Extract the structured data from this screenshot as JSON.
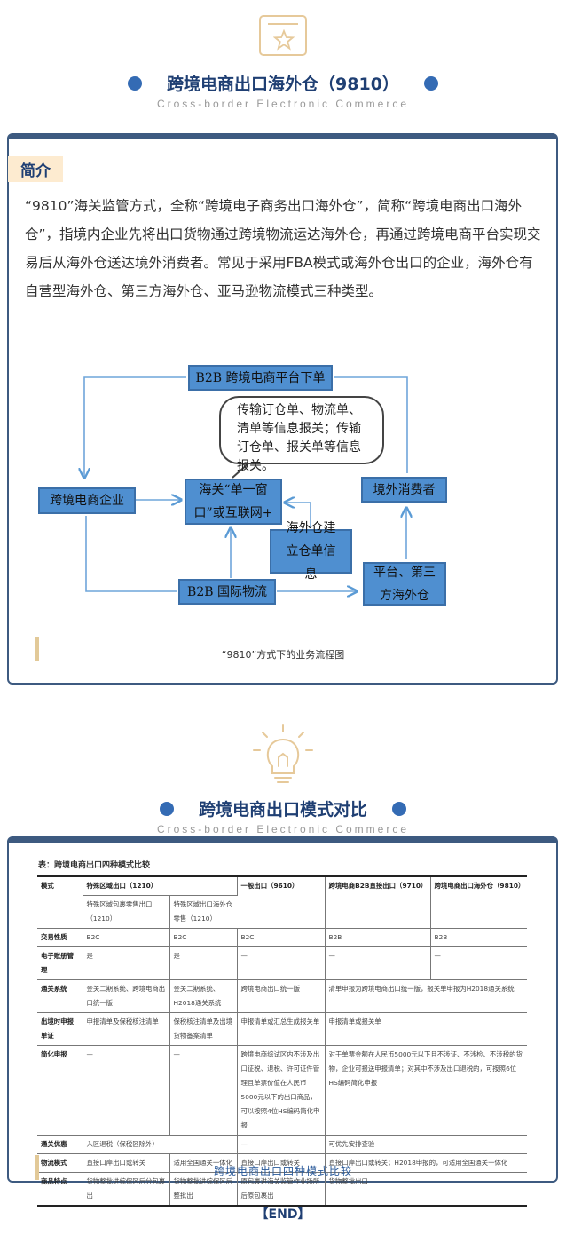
{
  "section1": {
    "title": "跨境电商出口海外仓（9810）",
    "subtitle": "Cross-border Electronic Commerce",
    "tag": "简介",
    "paragraph": "“9810”海关监管方式，全称“跨境电子商务出口海外仓”，简称“跨境电商出口海外仓”，指境内企业先将出口货物通过跨境物流运达海外仓，再通过跨境电商平台实现交易后从海外仓送达境外消费者。常见于采用FBA模式或海外仓出口的企业，海外仓有自营型海外仓、第三方海外仓、亚马逊物流模式三种类型。",
    "flow": {
      "platform": "B2B 跨境电商平台下单",
      "bubble": "传输订仓单、物流单、清单等信息报关；传输订仓单、报关单等信息报关。",
      "enterprise": "跨境电商企业",
      "customs": "海关“单一窗口”或互联网+",
      "consumer": "境外消费者",
      "warehouse_info": "海外仓建立仓单信息",
      "third_party": "平台、第三方海外仓",
      "logistics": "B2B 国际物流"
    },
    "caption": "“9810”方式下的业务流程图"
  },
  "section2": {
    "title": "跨境电商出口模式对比",
    "subtitle": "Cross-border Electronic Commerce",
    "table": {
      "title": "表：跨境电商出口四种模式比较",
      "h1": [
        "模式",
        "特殊区域出口（1210）",
        "一般出口（9610）",
        "跨境电商B2B直接出口（9710）",
        "跨境电商出口海外仓（9810）"
      ],
      "h2": [
        "特殊区域包裹零售出口（1210）",
        "特殊区域出口海外仓零售（1210）"
      ],
      "rows": {
        "r1": [
          "交易性质",
          "B2C",
          "B2C",
          "B2C",
          "B2B",
          "B2B"
        ],
        "r2": [
          "电子账册管理",
          "是",
          "是",
          "—",
          "—",
          "—"
        ],
        "r3": [
          "通关系统",
          "金关二期系统、跨境电商出口统一版",
          "金关二期系统、H2018通关系统",
          "跨境电商出口统一版",
          "清单申报为跨境电商出口统一版，报关单申报为H2018通关系统"
        ],
        "r4": [
          "出境时申报单证",
          "申报清单及保税核注清单",
          "保税核注清单及出境货物备案清单",
          "申报清单或汇总生成报关单",
          "申报清单或报关单"
        ],
        "r5": [
          "简化申报",
          "—",
          "—",
          "跨境电商综试区内不涉及出口征税、退税、许可证件管理且单票价值在人民币5000元以下的出口商品，可以按照4位HS编码简化申报",
          "对于单票金额在人民币5000元以下且不涉证、不涉检、不涉税的货物，企业可报送申报清单；对其中不涉及出口退税的，可按照6位HS编码简化申报"
        ],
        "r6": [
          "通关优惠",
          "入区退税（保税区除外）",
          "—",
          "可优先安排查验"
        ],
        "r7": [
          "物流模式",
          "直接口岸出口或转关",
          "适用全国通关一体化",
          "直接口岸出口或转关",
          "直接口岸出口或转关；H2018申报的，可适用全国通关一体化"
        ],
        "r8": [
          "商品特点",
          "货物整批进综保区后分包裹出",
          "货物整批进综保区后整批出",
          "原包裹进海关监管作业场所后原包裹出",
          "货物整批出口"
        ]
      }
    },
    "caption": "跨境电商出口四种模式比较"
  },
  "end": "【END】"
}
